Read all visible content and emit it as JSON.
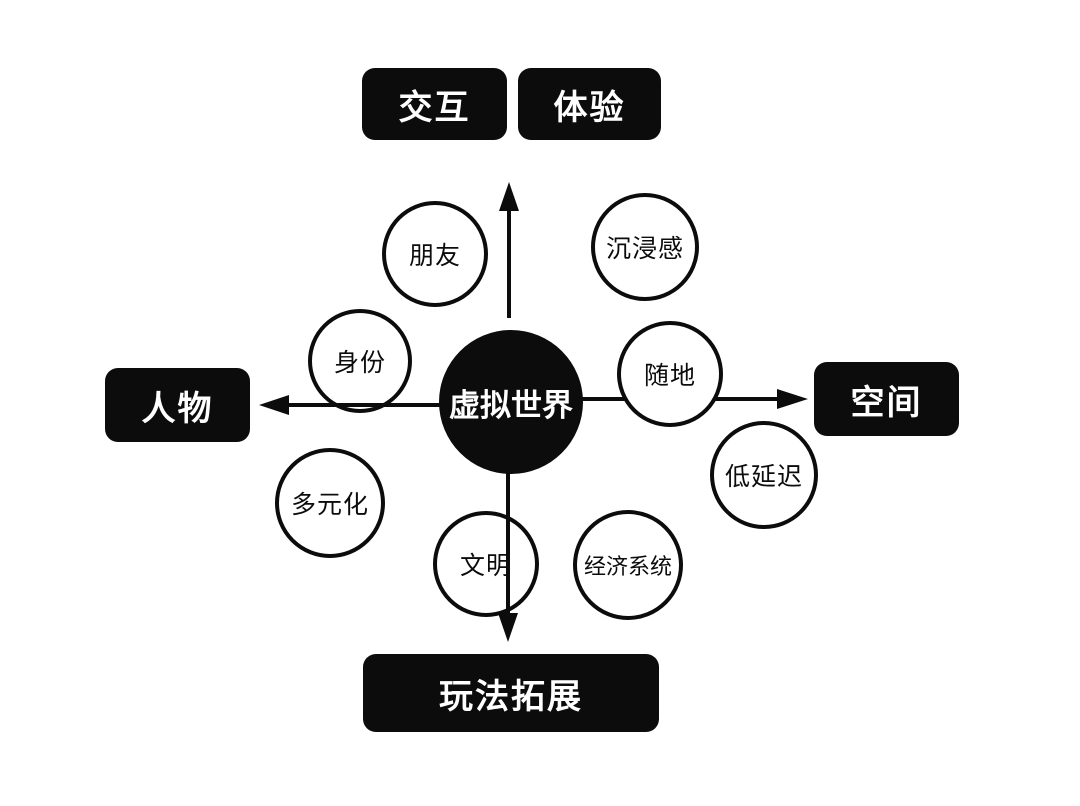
{
  "diagram": {
    "center": {
      "label": "虚拟世界"
    },
    "branches": [
      {
        "id": "interaction",
        "label": "交互",
        "position": "top-left"
      },
      {
        "id": "experience",
        "label": "体验",
        "position": "top-right"
      },
      {
        "id": "character",
        "label": "人物",
        "position": "left"
      },
      {
        "id": "space",
        "label": "空间",
        "position": "right"
      },
      {
        "id": "gameplay-expansion",
        "label": "玩法拓展",
        "position": "bottom"
      }
    ],
    "satellites": [
      {
        "id": "friends",
        "label": "朋友"
      },
      {
        "id": "immersion",
        "label": "沉浸感"
      },
      {
        "id": "identity",
        "label": "身份"
      },
      {
        "id": "anywhere",
        "label": "随地"
      },
      {
        "id": "diversification",
        "label": "多元化"
      },
      {
        "id": "low-latency",
        "label": "低延迟"
      },
      {
        "id": "civilization",
        "label": "文明"
      },
      {
        "id": "economic-system",
        "label": "经济系统"
      }
    ],
    "arrows": [
      {
        "id": "arrow-up",
        "direction": "up"
      },
      {
        "id": "arrow-left",
        "direction": "left"
      },
      {
        "id": "arrow-right",
        "direction": "right"
      },
      {
        "id": "arrow-down",
        "direction": "down"
      }
    ],
    "colors": {
      "ink": "#0c0c0c",
      "paper": "#ffffff",
      "node_text": "#ffffff"
    }
  }
}
